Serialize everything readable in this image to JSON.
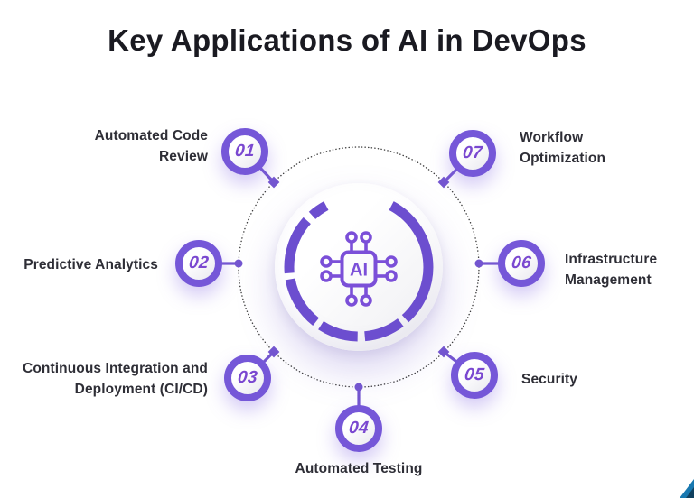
{
  "title": "Key Applications of AI in DevOps",
  "center": {
    "chip_label": "AI",
    "icon": "ai-chip-icon"
  },
  "items": [
    {
      "number": "01",
      "label": "Automated Code\nReview"
    },
    {
      "number": "02",
      "label": "Predictive Analytics"
    },
    {
      "number": "03",
      "label": "Continuous Integration and\nDeployment (CI/CD)"
    },
    {
      "number": "04",
      "label": "Automated Testing"
    },
    {
      "number": "05",
      "label": "Security"
    },
    {
      "number": "06",
      "label": "Infrastructure\nManagement"
    },
    {
      "number": "07",
      "label": "Workflow\nOptimization"
    }
  ],
  "colors": {
    "accent_purple": "#7150D2",
    "badge_ring": "#7557D8",
    "arc_ring": "#6C4ECF",
    "number_text": "#7A48D0",
    "label_text": "#2E2E36",
    "title_text": "#1A1A21",
    "dashed_circle": "#3D3D3D",
    "corner_logo_blue": "#1878B0"
  }
}
